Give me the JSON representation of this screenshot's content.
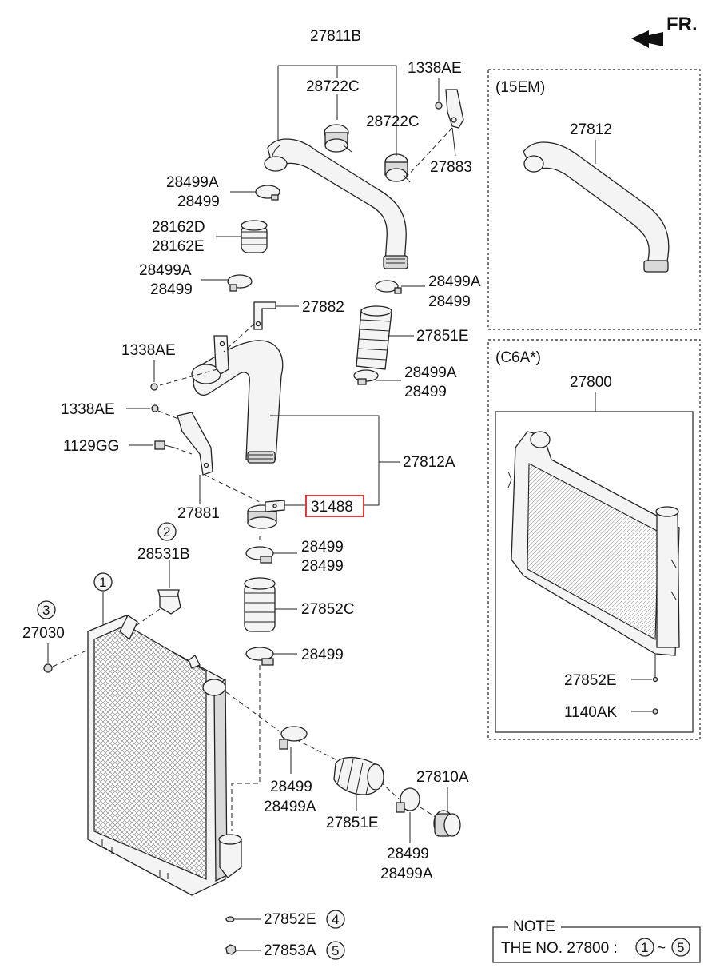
{
  "direction_label": "FR.",
  "labels": {
    "l27811B": "27811B",
    "l28722C_a": "28722C",
    "l28722C_b": "28722C",
    "l1338AE_top": "1338AE",
    "l27883": "27883",
    "l28499A_1": "28499A",
    "l28499_1": "28499",
    "l28162D": "28162D",
    "l28162E": "28162E",
    "l28499A_2": "28499A",
    "l28499_2": "28499",
    "l28499A_3": "28499A",
    "l28499_3": "28499",
    "l27882": "27882",
    "l27851E_1": "27851E",
    "l1338AE_mid": "1338AE",
    "l28499A_4": "28499A",
    "l28499_4": "28499",
    "l1338AE_low": "1338AE",
    "l1129GG": "1129GG",
    "l27812A": "27812A",
    "l31488": "31488",
    "l27881": "27881",
    "l28531B": "28531B",
    "l28499_5": "28499",
    "l28499_6": "28499",
    "l27852C": "27852C",
    "l27030": "27030",
    "l28499_7": "28499",
    "l27810A": "27810A",
    "l28499_8": "28499",
    "l28499A_5": "28499A",
    "l27851E_2": "27851E",
    "l28499_9": "28499",
    "l28499A_6": "28499A",
    "l27852E_1": "27852E",
    "l27853A": "27853A"
  },
  "circled_numbers": {
    "c1": "1",
    "c2": "2",
    "c3": "3",
    "c4": "4",
    "c5": "5",
    "note_c1": "1",
    "note_c5": "5"
  },
  "variant_15EM": {
    "title": "(15EM)",
    "part": "27812"
  },
  "variant_C6A": {
    "title": "(C6A*)",
    "part": "27800",
    "part_e": "27852E",
    "part_ak": "1140AK"
  },
  "note": {
    "title": "NOTE",
    "text": "THE NO. 27800  :",
    "tilde": "~"
  },
  "highlight_color": "#e23b3b"
}
